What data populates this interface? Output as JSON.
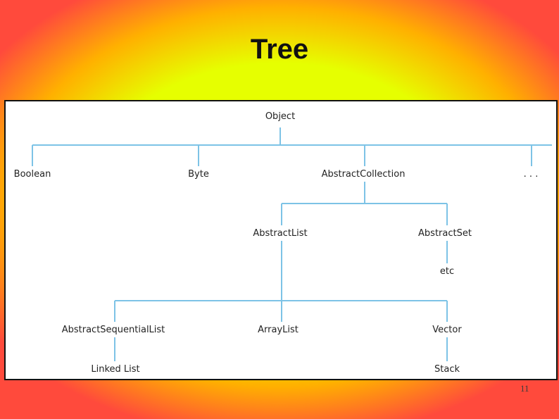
{
  "slide": {
    "title": "Tree",
    "page_number": "11"
  },
  "tree": {
    "root": "Object",
    "level1": {
      "boolean": "Boolean",
      "byte": "Byte",
      "abstract_collection": "AbstractCollection",
      "ellipsis": ". . ."
    },
    "level2": {
      "abstract_list": "AbstractList",
      "abstract_set": "AbstractSet",
      "etc": "etc"
    },
    "level3": {
      "abstract_sequential_list": "AbstractSequentialList",
      "array_list": "ArrayList",
      "vector": "Vector"
    },
    "level4": {
      "linked_list": "Linked List",
      "stack": "Stack"
    }
  },
  "colors": {
    "connector": "#7dc3e6",
    "background_center": "#e6ff00",
    "background_edge": "#ff4a3c"
  }
}
